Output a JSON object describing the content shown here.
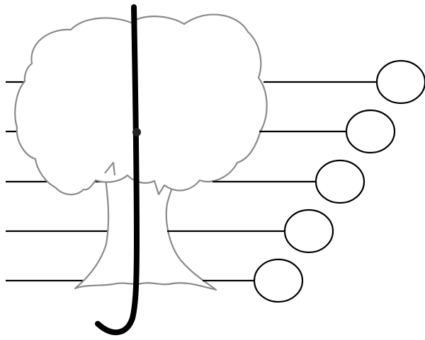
{
  "diagram": {
    "kind": "tree-with-numbered-lines",
    "illustration": "tree-outline",
    "pointer": "hook-stick",
    "line_count": 5,
    "label_bubbles": [
      {
        "text": ""
      },
      {
        "text": ""
      },
      {
        "text": ""
      },
      {
        "text": ""
      },
      {
        "text": ""
      }
    ]
  },
  "colors": {
    "background": "#ffffff",
    "tree_outline": "#8a8a8a",
    "tree_fill": "#ffffff",
    "lines": "#000000",
    "hook": "#000000"
  }
}
